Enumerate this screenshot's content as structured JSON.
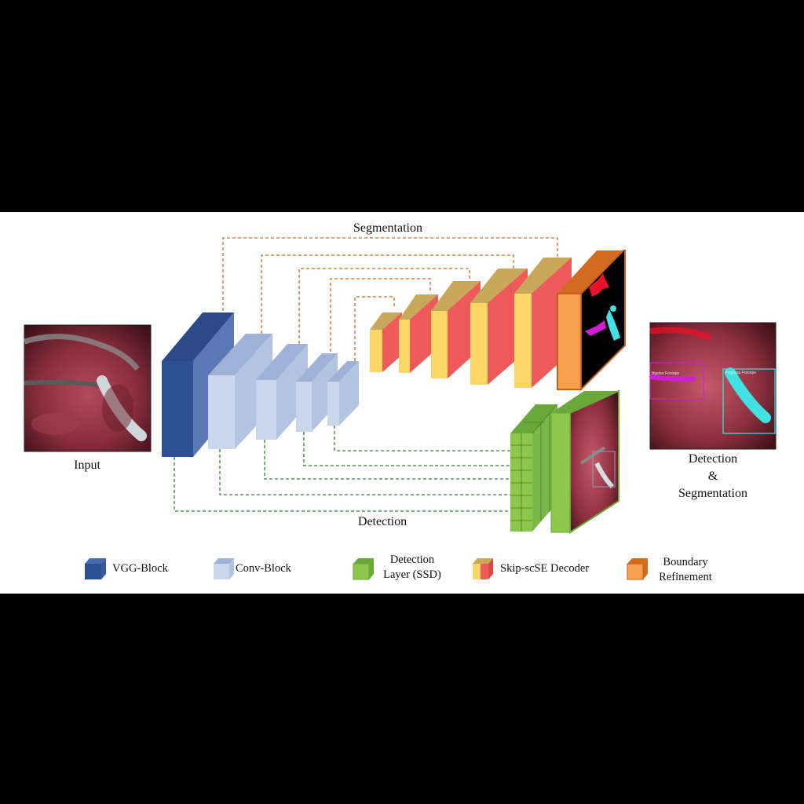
{
  "title_segmentation": "Segmentation",
  "title_detection": "Detection",
  "input_label": "Input",
  "output_label": {
    "line1": "Detection",
    "line2": "&",
    "line3": "Segmentation"
  },
  "legend": [
    {
      "label_line1": "VGG-Block",
      "label_line2": "",
      "color_front": "#2f4f94",
      "color_side": "#4a6aae"
    },
    {
      "label_line1": "Conv-Block",
      "label_line2": "",
      "color_front": "#c9d6ec",
      "color_side": "#9fb1d6"
    },
    {
      "label_line1": "Detection",
      "label_line2": "Layer (SSD)",
      "color_front": "#8cc84b",
      "color_side": "#6aa83a"
    },
    {
      "label_line1": "Skip-scSE Decoder",
      "label_line2": "",
      "color_front": "#fbd666",
      "color_side": "#ee5a5a"
    },
    {
      "label_line1": "Boundary",
      "label_line2": "Refinement",
      "color_front": "#f6a04d",
      "color_side": "#d26b20"
    }
  ],
  "output_box_labels": [
    "Bipolar Forceps",
    "Prograsp Forceps"
  ],
  "colors": {
    "vgg": "#2f4f94",
    "conv": "#c9d6ec",
    "decoder_yellow": "#fbd666",
    "decoder_red": "#ee5a5a",
    "boundary": "#f6a04d",
    "detection": "#8cc84b",
    "seg_dash": "#d2691e",
    "det_dash": "#3a7a3a",
    "seg_red": "#e8102a",
    "seg_cyan": "#3fe2e2",
    "seg_magenta": "#d21ed2"
  }
}
